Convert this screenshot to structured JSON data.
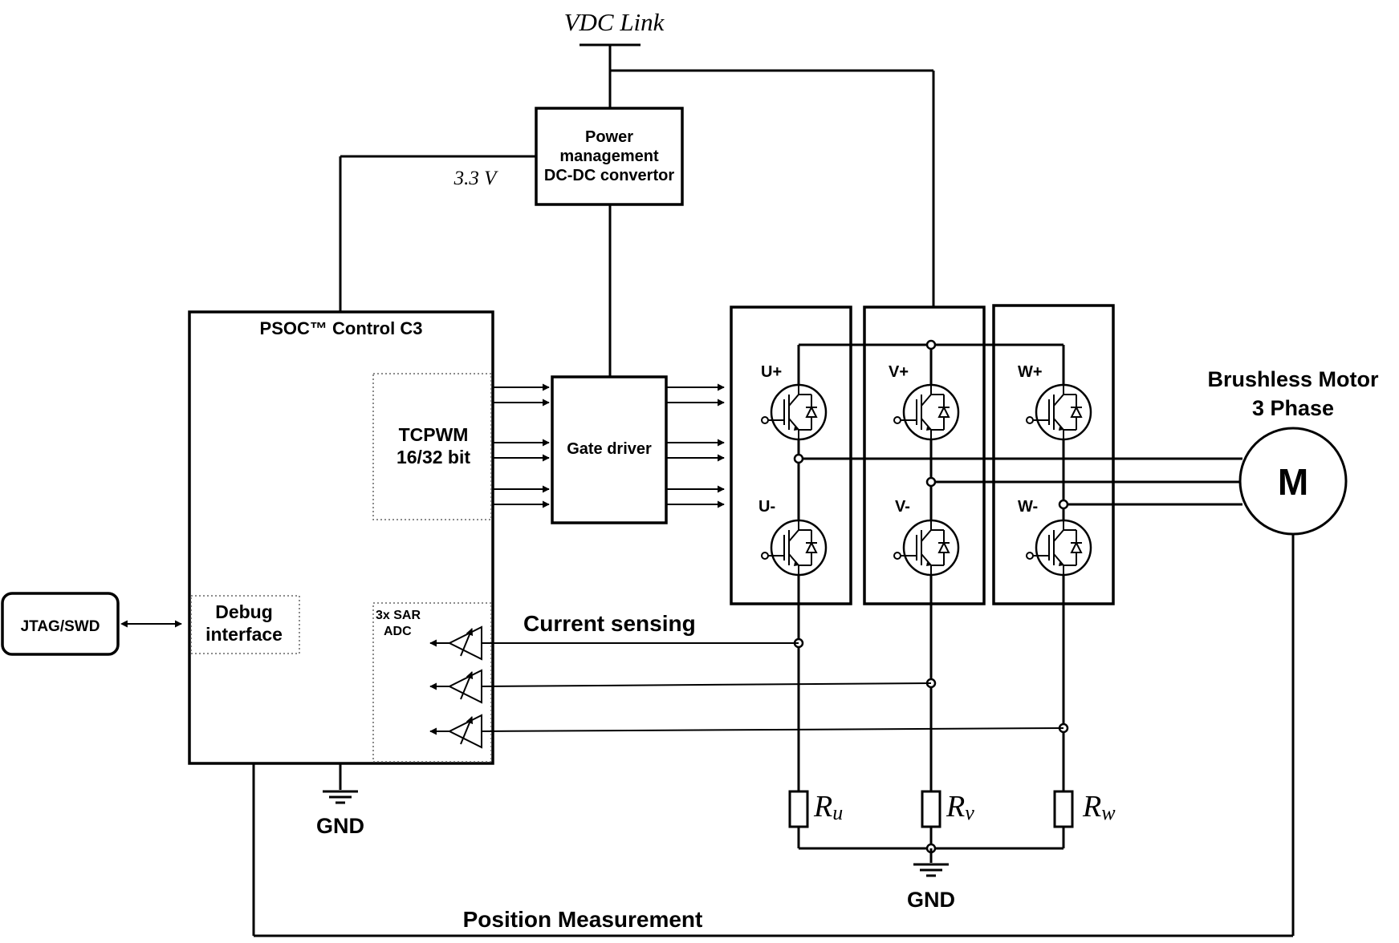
{
  "labels": {
    "vdc_link": "VDC Link",
    "voltage_3v3": "3.3 V",
    "power_mgmt": [
      "Power",
      "management",
      "DC-DC convertor"
    ],
    "psoc": "PSOC™ Control C3",
    "tcpwm": [
      "TCPWM",
      "16/32 bit"
    ],
    "debug": [
      "Debug",
      "interface"
    ],
    "sar_adc": [
      "3x SAR",
      "ADC"
    ],
    "gate_driver": "Gate driver",
    "jtag": "JTAG/SWD",
    "current_sensing": "Current sensing",
    "motor_title": [
      "Brushless Motor",
      "3 Phase"
    ],
    "motor_symbol": "M",
    "gnd": "GND",
    "position": "Position Measurement",
    "switches": {
      "u_plus": "U+",
      "u_minus": "U-",
      "v_plus": "V+",
      "v_minus": "V-",
      "w_plus": "W+",
      "w_minus": "W-"
    },
    "resistors": {
      "u": {
        "main": "R",
        "sub": "u"
      },
      "v": {
        "main": "R",
        "sub": "v"
      },
      "w": {
        "main": "R",
        "sub": "w"
      }
    }
  }
}
